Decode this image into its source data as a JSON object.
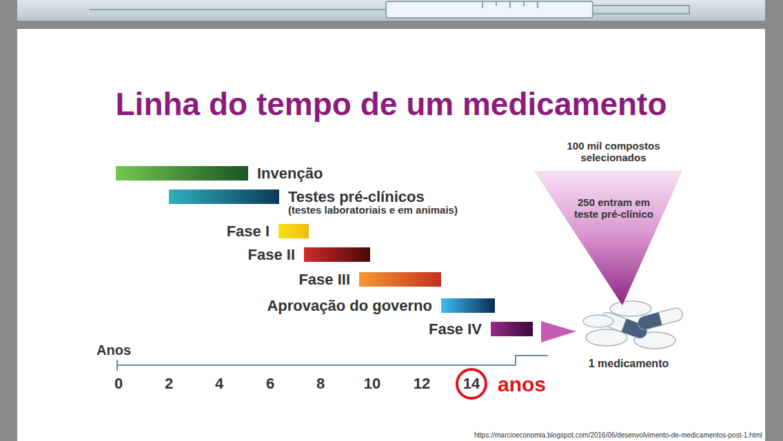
{
  "diagram": {
    "title": "Linha do tempo de um medicamento",
    "nodes": [
      {
        "text": [
          "Invenção"
        ]
      },
      {
        "text": [
          "Testes pré-clínicos",
          "(testes laboratoriais e em animais)"
        ]
      },
      {
        "text": [
          "Fase I"
        ]
      },
      {
        "text": [
          "Fase II"
        ]
      },
      {
        "text": [
          "Fase III"
        ]
      },
      {
        "text": [
          "Aprovação do governo"
        ]
      },
      {
        "text": [
          "Fase IV"
        ]
      },
      {
        "text": [
          "100 mil compostos selecionados",
          "250 entram em teste pré-clínico"
        ]
      }
    ],
    "labels": [
      "Anos",
      "0",
      "2",
      "4",
      "6",
      "8",
      "10",
      "12",
      "14",
      "anos",
      "1 medicamento",
      "https://marcioeconomia.blogspot.com/2016/06/desenvolvimento-de-medicamentos-post-1.html"
    ]
  }
}
